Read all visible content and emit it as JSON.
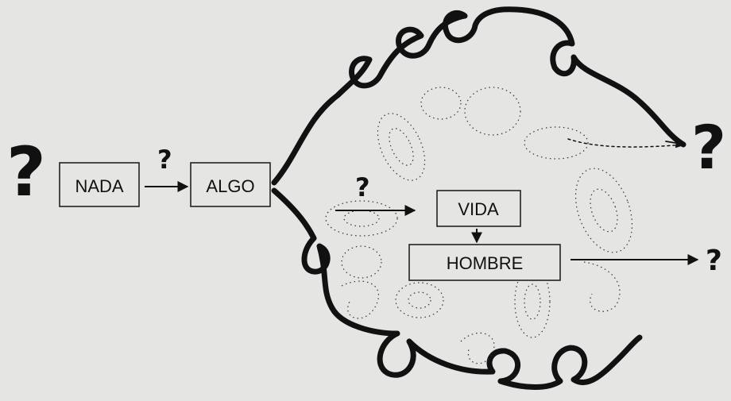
{
  "nodes": {
    "nada": "NADA",
    "algo": "ALGO",
    "vida": "VIDA",
    "hombre": "HOMBRE"
  },
  "marks": {
    "start_q": "?",
    "nada_algo_q": "?",
    "inflow_q": "?",
    "top_out_q": "?",
    "bottom_out_q": "?"
  },
  "colors": {
    "background": "#e5e5e3",
    "ink": "#111111"
  }
}
